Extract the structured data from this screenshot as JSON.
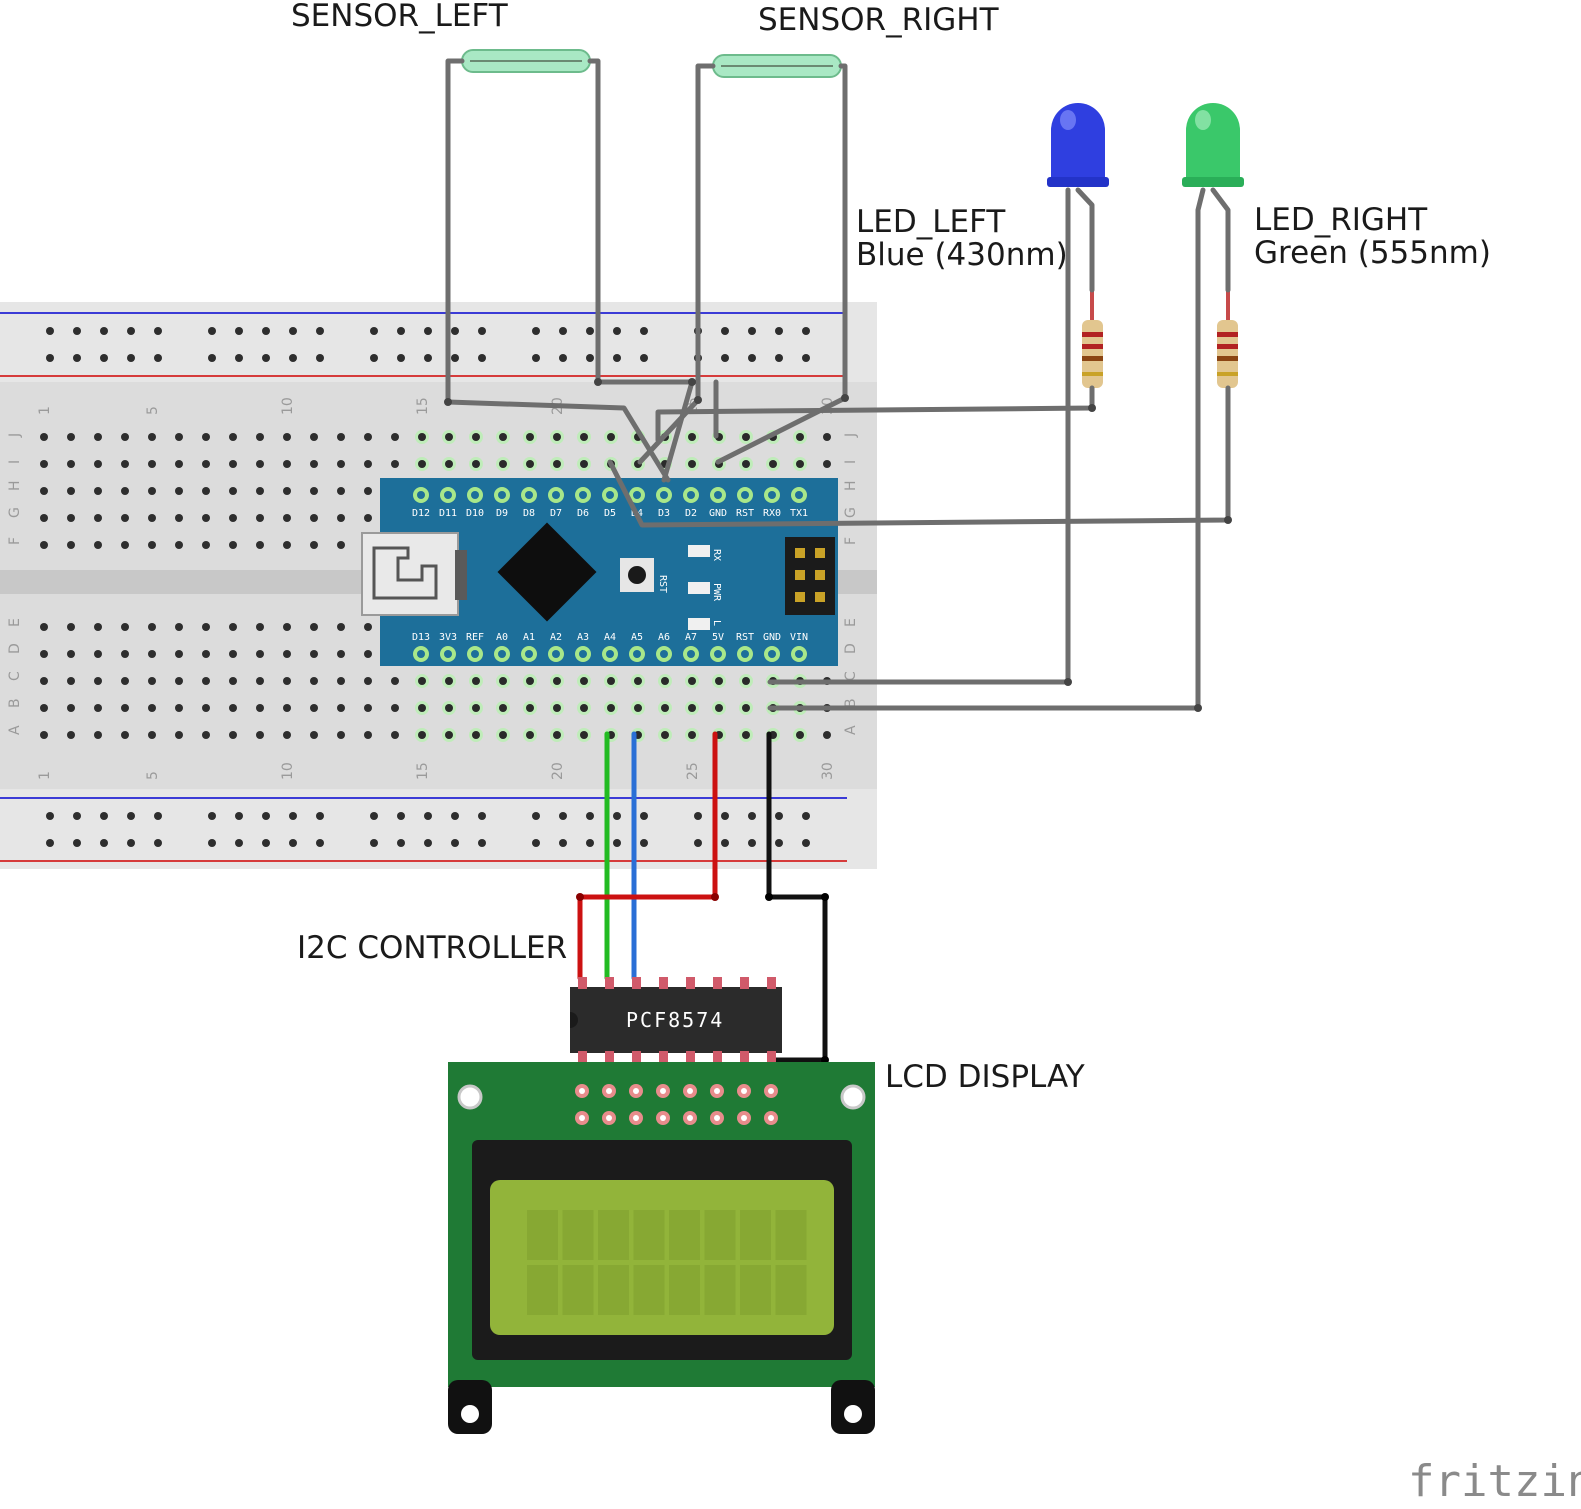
{
  "labels": {
    "sensor_left": "SENSOR_LEFT",
    "sensor_right": "SENSOR_RIGHT",
    "led_left_name": "LED_LEFT",
    "led_left_color": "Blue (430nm)",
    "led_right_name": "LED_RIGHT",
    "led_right_color": "Green (555nm)",
    "i2c_controller": "I2C CONTROLLER",
    "lcd_display": "LCD DISPLAY",
    "chip_name": "PCF8574",
    "brand": "fritzing"
  },
  "nano": {
    "top_pins": [
      "D12",
      "D11",
      "D10",
      "D9",
      "D8",
      "D7",
      "D6",
      "D5",
      "D4",
      "D3",
      "D2",
      "GND",
      "RST",
      "RX0",
      "TX1"
    ],
    "bottom_pins": [
      "D13",
      "3V3",
      "REF",
      "A0",
      "A1",
      "A2",
      "A3",
      "A4",
      "A5",
      "A6",
      "A7",
      "5V",
      "RST",
      "GND",
      "VIN"
    ],
    "leds": [
      "RX",
      "PWR",
      "L"
    ],
    "reset_label": "RST"
  },
  "breadboard": {
    "row_letters_top": [
      "J",
      "I",
      "H",
      "G",
      "F"
    ],
    "row_letters_bottom": [
      "E",
      "D",
      "C",
      "B",
      "A"
    ],
    "column_numbers": [
      "1",
      "5",
      "10",
      "15",
      "20",
      "25",
      "30"
    ]
  },
  "colors": {
    "wire_gray": "#6e6e6e",
    "wire_red": "#cc1111",
    "wire_green": "#22bb22",
    "wire_blue": "#2a6fd6",
    "wire_black": "#111111",
    "nano_board": "#1d6f9a",
    "lcd_pcb": "#1f7a35",
    "lcd_screen": "#92b43a",
    "led_blue": "#2f3fe0",
    "led_green": "#3ac86a"
  }
}
